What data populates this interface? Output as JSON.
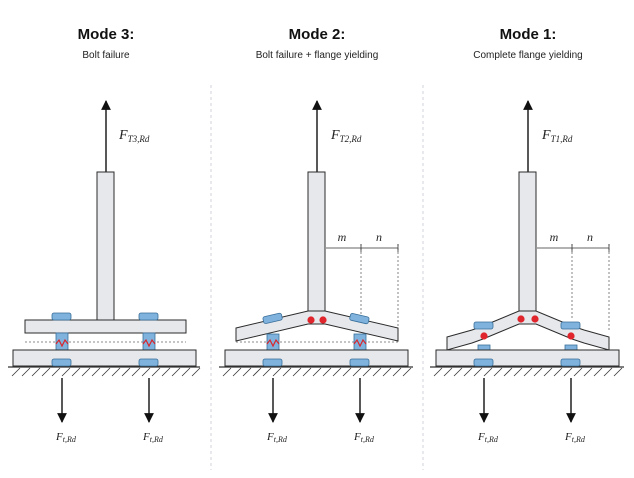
{
  "panels": [
    {
      "title": "Mode 3:",
      "subtitle": "Bolt failure",
      "force_top": {
        "main": "F",
        "sub": "T3,Rd"
      },
      "force_bottom": {
        "main": "F",
        "sub": "t,Rd"
      },
      "dims": null
    },
    {
      "title": "Mode 2:",
      "subtitle": "Bolt failure + flange yielding",
      "force_top": {
        "main": "F",
        "sub": "T2,Rd"
      },
      "force_bottom": {
        "main": "F",
        "sub": "t,Rd"
      },
      "dims": {
        "m": "m",
        "n": "n"
      }
    },
    {
      "title": "Mode 1:",
      "subtitle": "Complete flange yielding",
      "force_top": {
        "main": "F",
        "sub": "T1,Rd"
      },
      "force_bottom": {
        "main": "F",
        "sub": "t,Rd"
      },
      "dims": {
        "m": "m",
        "n": "n"
      }
    }
  ],
  "colors": {
    "bolt": "#7fb3de",
    "plastic_hinge": "#e0262c",
    "plate": "#e6e8ec"
  }
}
